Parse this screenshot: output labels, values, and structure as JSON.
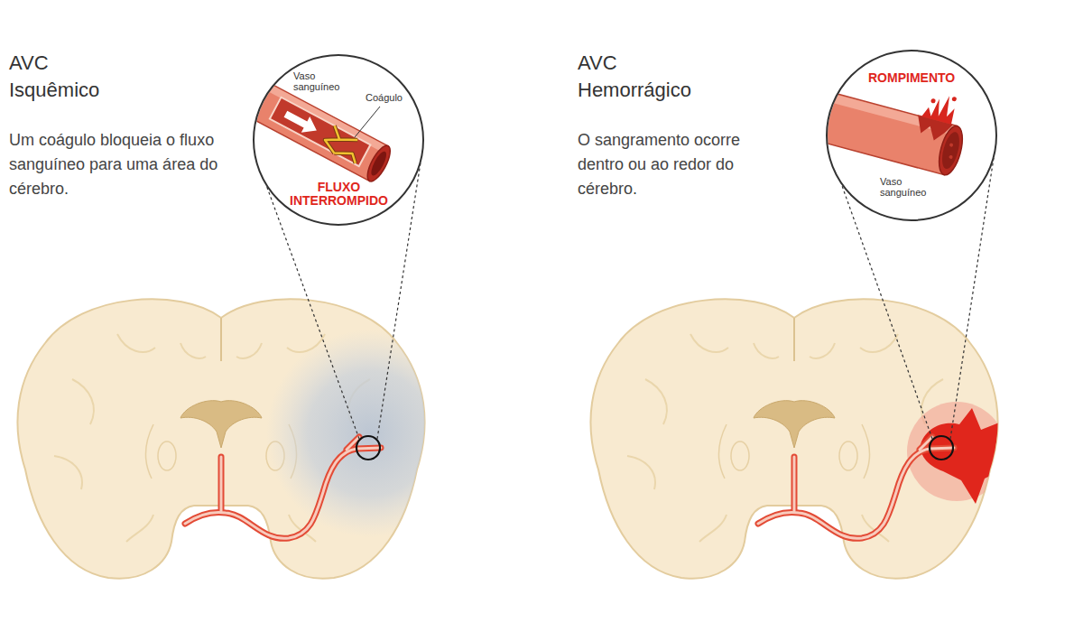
{
  "diagram": {
    "nodes": [
      {
        "text": [
          "Vaso sanguíneo",
          "Coágulo",
          "FLUXO INTERROMPIDO"
        ]
      },
      {
        "text": [
          "ROMPIMENTO",
          "Vaso sanguíneo"
        ]
      }
    ],
    "labels": [
      "AVC Isquêmico",
      "Um coágulo bloqueia o fluxo sanguíneo para uma área do cérebro.",
      "AVC Hemorrágico",
      "O sangramento ocorre dentro ou ao redor do cérebro."
    ]
  }
}
